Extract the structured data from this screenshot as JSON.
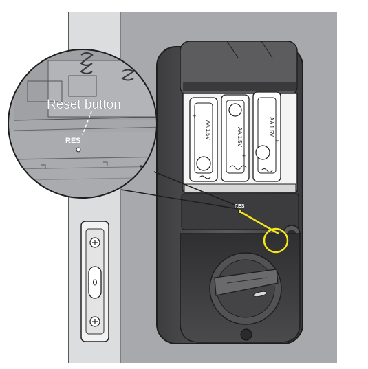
{
  "callout": {
    "label": "Reset button",
    "zoom_marking": "RES",
    "lock_marking": "RES"
  },
  "battery": {
    "mark_1": "AA 1.5V",
    "mark_2": "AA 1.5V",
    "mark_3": "AA 1.5V",
    "plus": "+",
    "minus": "−"
  },
  "colors": {
    "wall": "#a7a9ac",
    "door": "#dcdddf",
    "lock_body": "#4d4d4f",
    "callout_circle": "#f4e61b",
    "highlight_line": "#f4e61b"
  },
  "icons": {
    "thumbturn": "thumbturn-icon",
    "screw": "screw-icon"
  }
}
